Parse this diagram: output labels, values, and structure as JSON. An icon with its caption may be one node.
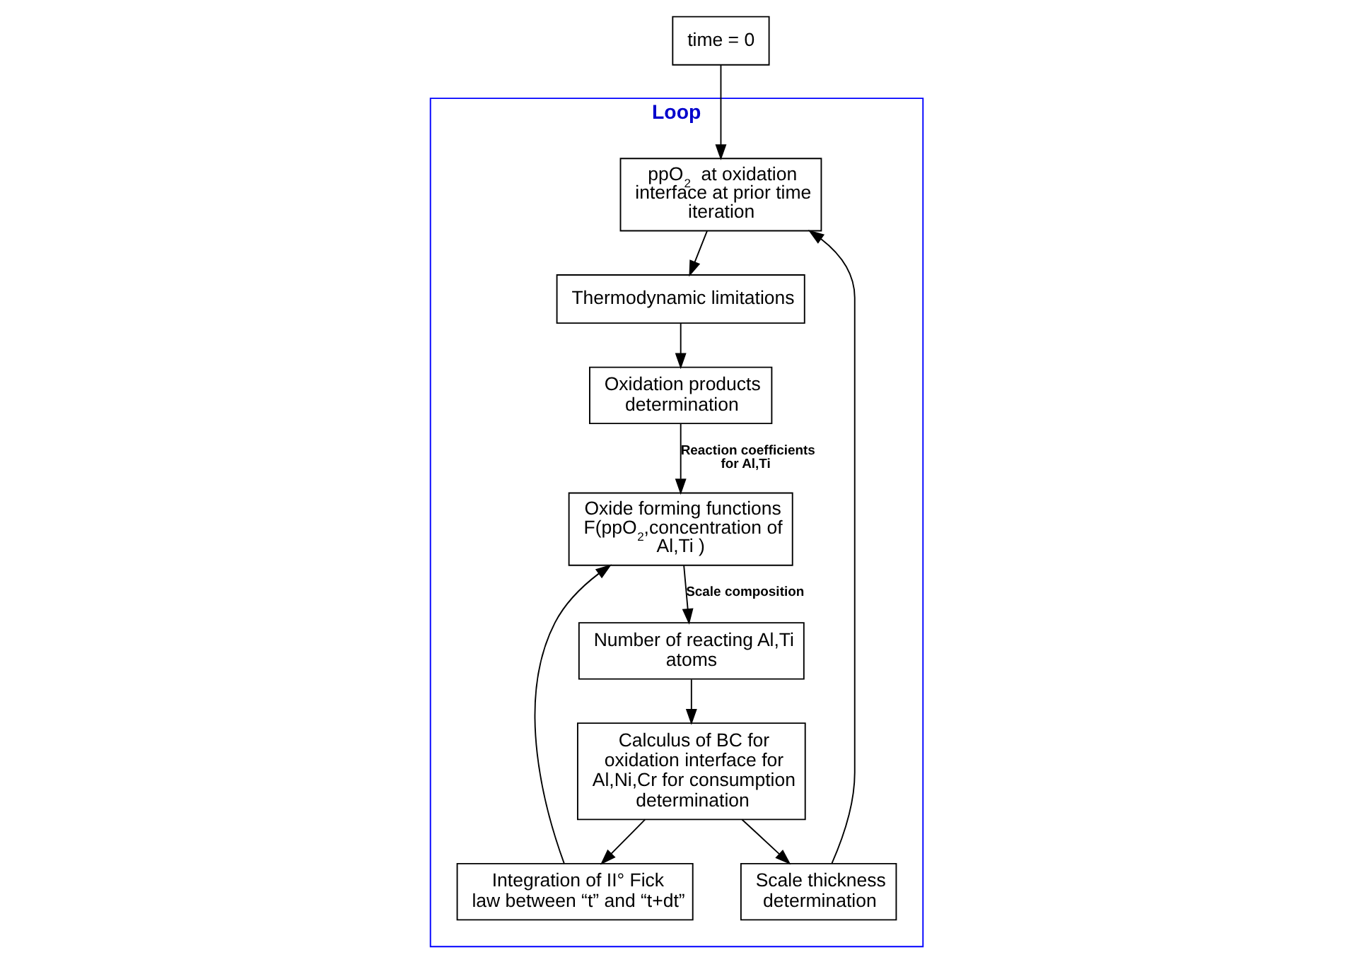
{
  "diagram": {
    "nodes": [
      {
        "text": [
          "time = 0"
        ]
      },
      {
        "text": [
          "Loop"
        ]
      },
      {
        "text": [
          "ppO$_{2}$ at oxidation interface at prior time iteration"
        ],
        "in": 1
      },
      {
        "text": [
          "Thermodynamic limitations"
        ],
        "in": 1
      },
      {
        "text": [
          "Oxidation products determination"
        ],
        "in": 1
      },
      {
        "text": [
          "Oxide forming functions F(ppO$_{2}$,concentration of Al,Ti )"
        ],
        "in": 1
      },
      {
        "text": [
          "Number of reacting Al,Ti atoms"
        ],
        "in": 1
      },
      {
        "text": [
          "Calculus of BC for oxidation interface for Al,Ni,Cr for consumption determination"
        ],
        "in": 1
      },
      {
        "text": [
          "Integration of II° Fick law between “t” and “t+dt”"
        ],
        "in": 1
      },
      {
        "text": [
          "Scale thickness determination"
        ],
        "in": 1
      }
    ],
    "edges": [
      {
        "from": 0,
        "to": 2,
        "arrow": "to"
      },
      {
        "from": 2,
        "to": 3,
        "arrow": "to"
      },
      {
        "from": 3,
        "to": 4,
        "arrow": "to"
      },
      {
        "from": 4,
        "to": 5,
        "arrow": "to",
        "label": "Reaction coefficients for Al,Ti"
      },
      {
        "from": 5,
        "to": 6,
        "arrow": "to",
        "label": "Scale composition"
      },
      {
        "from": 6,
        "to": 7,
        "arrow": "to"
      },
      {
        "from": 7,
        "to": 8,
        "arrow": "to"
      },
      {
        "from": 8,
        "to": 5,
        "arrow": "to"
      },
      {
        "from": 7,
        "to": 9,
        "arrow": "to"
      },
      {
        "from": 9,
        "to": 2,
        "arrow": "to"
      }
    ]
  }
}
